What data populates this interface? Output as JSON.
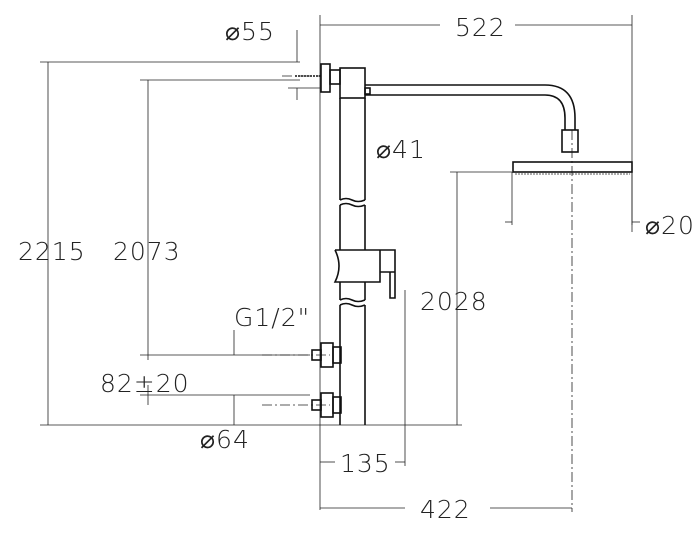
{
  "drawing": {
    "title": "Shower column technical drawing",
    "dimensions": {
      "top_width": "522",
      "wall_plug_diameter": "⌀55",
      "pipe_diameter": "⌀41",
      "head_diameter": "⌀20",
      "total_height": "2215",
      "bracket_height": "2073",
      "head_height": "2028",
      "thread": "G1/2\"",
      "inlet_spacing": "82±20",
      "flange_diameter": "⌀64",
      "mixer_offset": "135",
      "head_projection": "422"
    }
  }
}
